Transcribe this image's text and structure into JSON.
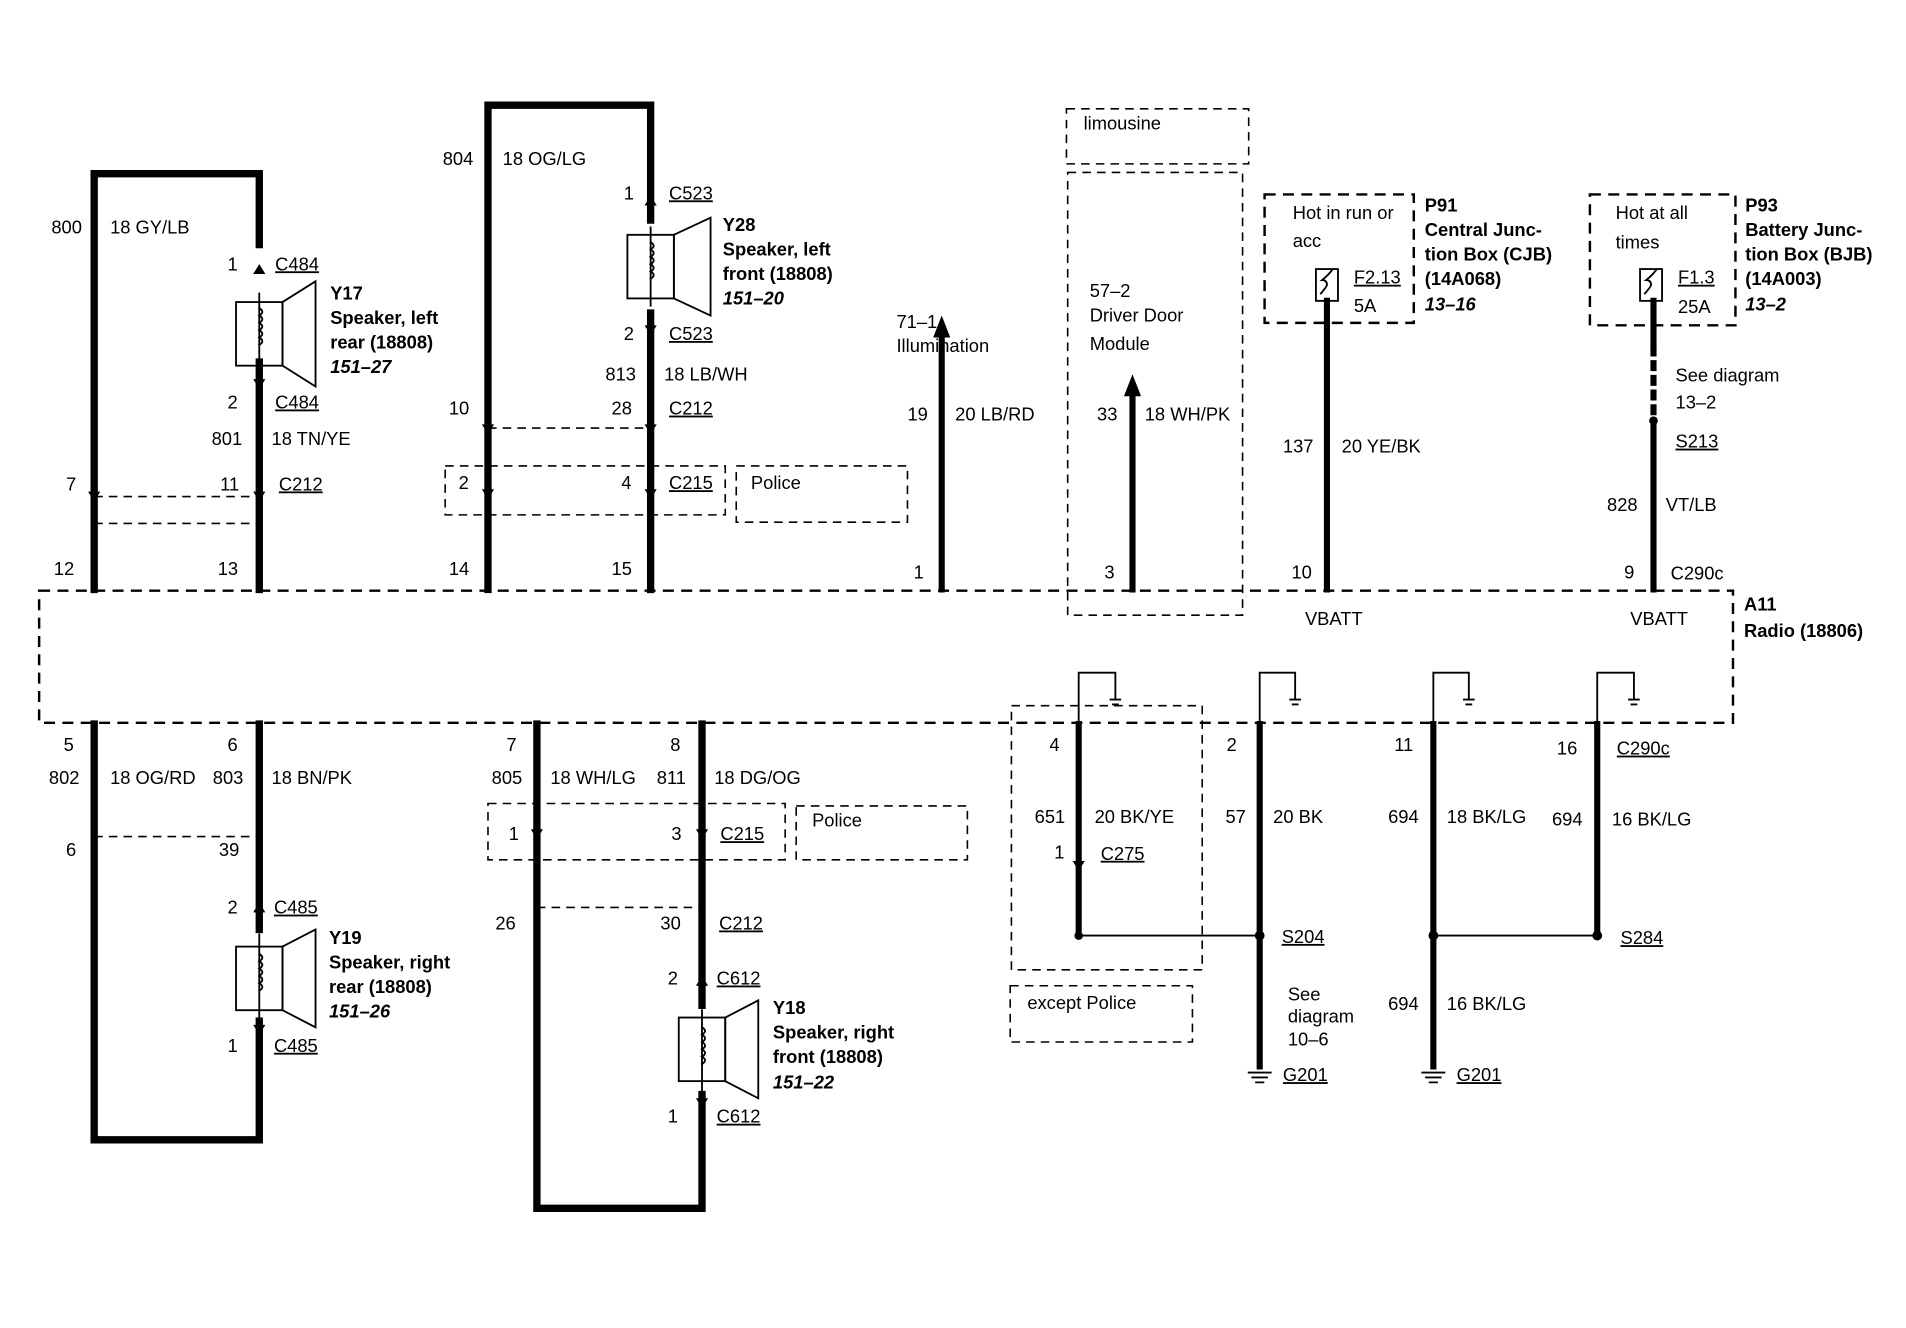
{
  "radio": {
    "id": "A11",
    "name": "Radio (18806)",
    "vbatt": "VBATT"
  },
  "top": {
    "w800": {
      "circuit": "800",
      "gauge": "18 GY/LB"
    },
    "w801": {
      "circuit": "801",
      "gauge": "18 TN/YE"
    },
    "y17": {
      "id": "Y17",
      "line1": "Speaker, left",
      "line2": "rear (18808)",
      "ref": "151–27",
      "pin1": "1",
      "pin2": "2",
      "conn1": "C484",
      "conn2": "C484"
    },
    "c212a": {
      "pin_a": "7",
      "pin_b": "11",
      "conn": "C212"
    },
    "radio_pins_a": {
      "p1": "12",
      "p2": "13"
    },
    "w804": {
      "circuit": "804",
      "gauge": "18 OG/LG"
    },
    "w813": {
      "circuit": "813",
      "gauge": "18 LB/WH"
    },
    "y28": {
      "id": "Y28",
      "line1": "Speaker, left",
      "line2": "front (18808)",
      "ref": "151–20",
      "pin1": "1",
      "pin2": "2",
      "conn1": "C523",
      "conn2": "C523"
    },
    "c212b": {
      "pin_a": "10",
      "pin_b": "28",
      "conn": "C212"
    },
    "c215a": {
      "pin_a": "2",
      "pin_b": "4",
      "conn": "C215",
      "note": "Police"
    },
    "radio_pins_b": {
      "p1": "14",
      "p2": "15"
    },
    "illum": {
      "ref": "71–1",
      "label": "Illumination",
      "pin": "19",
      "gauge": "20 LB/RD",
      "radio_pin": "1"
    },
    "ddm": {
      "box": "limousine",
      "ref": "57–2",
      "line1": "Driver Door",
      "line2": "Module",
      "pin": "33",
      "gauge": "18 WH/PK",
      "radio_pin": "3"
    },
    "p91": {
      "id": "P91",
      "line1": "Central Junc-",
      "line2": "tion Box (CJB)",
      "line3": "(14A068)",
      "ref": "13–16",
      "hot1": "Hot in run or",
      "hot2": "acc",
      "fuse": "F2.13",
      "amps": "5A",
      "circuit": "137",
      "gauge": "20 YE/BK",
      "radio_pin": "10"
    },
    "p93": {
      "id": "P93",
      "line1": "Battery Junc-",
      "line2": "tion Box (BJB)",
      "line3": "(14A003)",
      "ref": "13–2",
      "hot1": "Hot at all",
      "hot2": "times",
      "fuse": "F1.3",
      "amps": "25A",
      "see1": "See diagram",
      "see2": "13–2",
      "splice": "S213",
      "circuit": "828",
      "gauge": "VT/LB",
      "radio_pin": "9",
      "conn": "C290c"
    }
  },
  "bottom": {
    "radio_pins_a": {
      "p1": "5",
      "p2": "6"
    },
    "w802": {
      "circuit": "802",
      "gauge": "18 OG/RD"
    },
    "w803": {
      "circuit": "803",
      "gauge": "18 BN/PK"
    },
    "c_left": {
      "pin_a": "6",
      "pin_b": "39"
    },
    "y19": {
      "id": "Y19",
      "line1": "Speaker, right",
      "line2": "rear (18808)",
      "ref": "151–26",
      "pin1": "2",
      "pin2": "1",
      "conn1": "C485",
      "conn2": "C485"
    },
    "radio_pins_b": {
      "p1": "7",
      "p2": "8"
    },
    "w805": {
      "circuit": "805",
      "gauge": "18 WH/LG"
    },
    "w811": {
      "circuit": "811",
      "gauge": "18 DG/OG"
    },
    "c215b": {
      "pin_a": "1",
      "pin_b": "3",
      "conn": "C215",
      "note": "Police"
    },
    "c212c": {
      "pin_a": "26",
      "pin_b": "30",
      "conn": "C212"
    },
    "y18": {
      "id": "Y18",
      "line1": "Speaker, right",
      "line2": "front (18808)",
      "ref": "151–22",
      "pin1": "2",
      "pin2": "1",
      "conn1": "C612",
      "conn2": "C612"
    },
    "g651": {
      "radio_pin": "4",
      "circuit": "651",
      "gauge": "20 BK/YE",
      "pin": "1",
      "conn": "C275",
      "note": "except Police"
    },
    "g57": {
      "radio_pin": "2",
      "circuit": "57",
      "gauge": "20 BK",
      "splice": "S204",
      "see1": "See",
      "see2": "diagram",
      "see3": "10–6",
      "ground": "G201"
    },
    "g694a": {
      "radio_pin": "11",
      "circuit": "694",
      "gauge": "18 BK/LG",
      "circuit2": "694",
      "gauge2": "16 BK/LG",
      "ground": "G201"
    },
    "g694b": {
      "radio_pin": "16",
      "conn": "C290c",
      "circuit": "694",
      "gauge": "16 BK/LG",
      "splice": "S284"
    }
  }
}
